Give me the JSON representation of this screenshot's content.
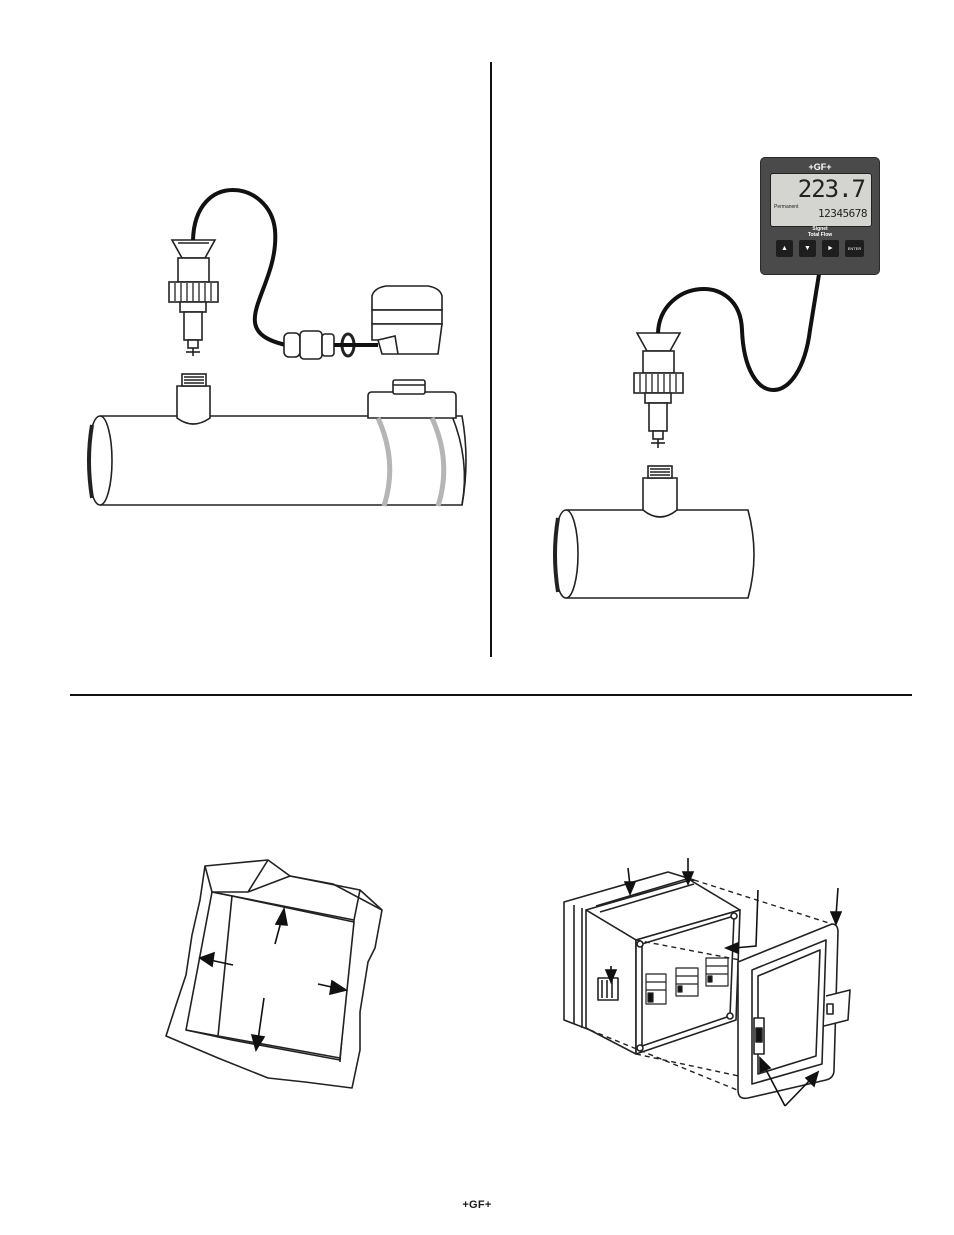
{
  "meter": {
    "brand": "+GF+",
    "main_reading": "223.7",
    "mode_label": "Permanent",
    "total_reading": "12345678",
    "product_line": "Signet",
    "product_label": "Total Flow",
    "buttons": {
      "up": "▲",
      "down": "▼",
      "right": "►",
      "enter": "ENTER"
    },
    "colors": {
      "housing": "#4a4a4a",
      "lcd": "#d4d4d0",
      "lcd_text": "#222222"
    }
  },
  "footer": {
    "logo": "+GF+"
  }
}
